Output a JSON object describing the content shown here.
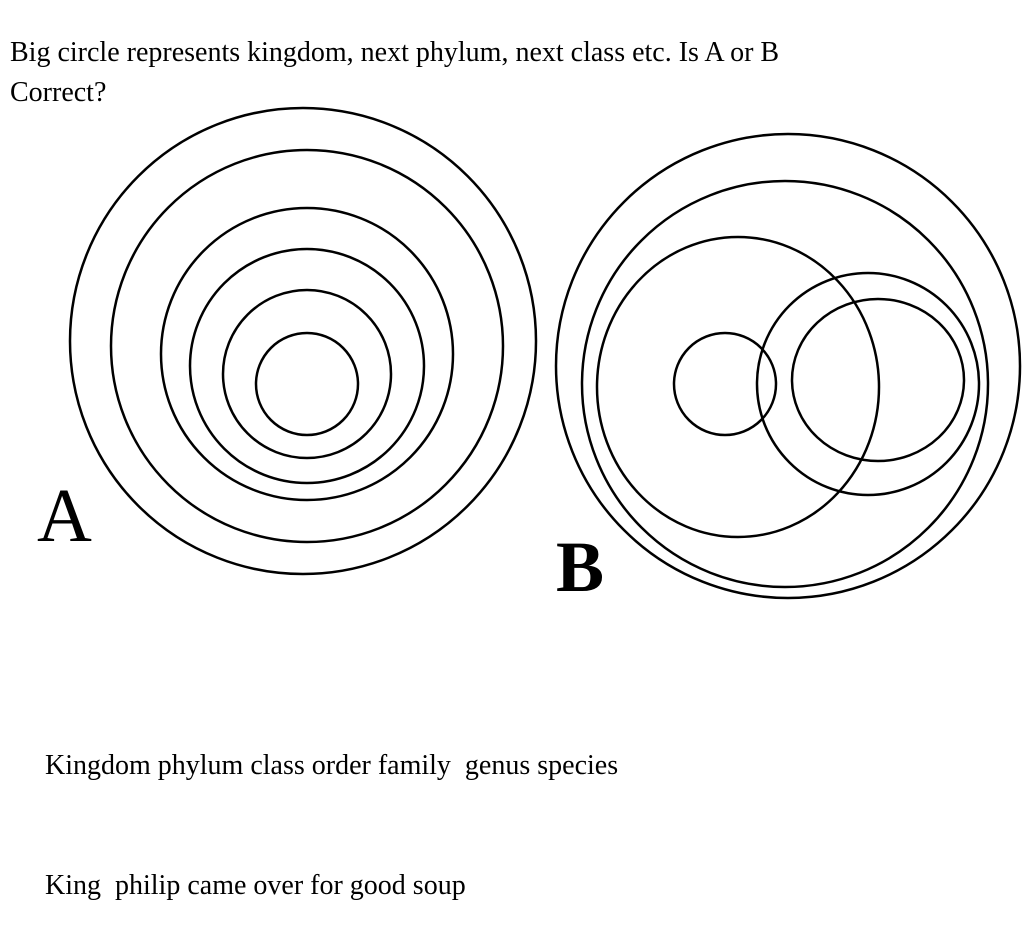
{
  "question": {
    "line1": "Big circle represents kingdom, next phylum, next class etc. Is A or B",
    "line2": "Correct?"
  },
  "diagram_a": {
    "label": "A"
  },
  "diagram_b": {
    "label": "B"
  },
  "footer": {
    "ranks_line": "Kingdom phylum class order family  genus species",
    "mnemonic_line": "King  philip came over for good soup"
  }
}
